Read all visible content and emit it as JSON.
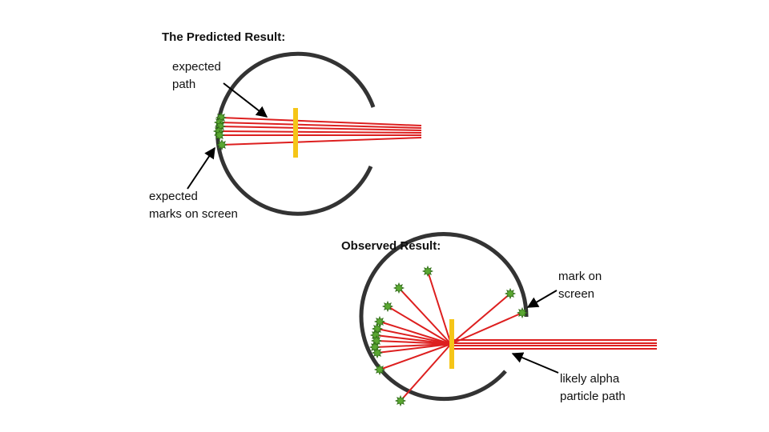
{
  "predicted": {
    "title": "The Predicted Result:",
    "path_label": [
      "expected",
      "path"
    ],
    "marks_label": [
      "expected",
      "marks on screen"
    ]
  },
  "observed": {
    "title": "Observed Result:",
    "mark_label": [
      "mark on",
      "screen"
    ],
    "path_label": [
      "likely alpha",
      "particle path"
    ]
  },
  "colors": {
    "beam": "#dd1f1f",
    "foil": "#f5c518",
    "screen": "#333333",
    "mark_fill": "#5aa832",
    "mark_stroke": "#2f6a17",
    "arrow": "#000000"
  }
}
